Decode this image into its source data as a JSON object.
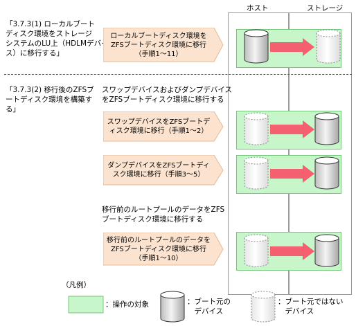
{
  "columns": {
    "host": "ホスト",
    "storage": "ストレージ"
  },
  "sections": [
    {
      "title": "「3.7.3(1) ローカルブート\nディスク環境をストレージ\nシステムのLU上（HDLMデバイ\nス）に移行する」",
      "steps": [
        {
          "label": "ローカルブートディスク環境を\nZFSブートディスク環境に移行\n（手順1～11）"
        }
      ]
    },
    {
      "title": "「3.7.3(2) 移行後のZFSブ\nートディスク環境を構築す\nる」",
      "subheading_1": "スワップデバイスおよびダンプデバイス\nをZFSブートディスク環境に移行する",
      "steps": [
        {
          "label": "スワップデバイスをZFSブートデ\nィスク環境に移行（手順1～2）"
        },
        {
          "label": "ダンプデバイスをZFSブートディ\nスク環境に移行（手順3～5）"
        },
        {
          "label": "移行前のルートプールのデータを\nZFSブートディスク環境に移行\n（手順1～10）"
        }
      ],
      "subheading_2": "移行前のルートプールのデータをZFS\nブートディスク環境に移行する"
    }
  ],
  "legend": {
    "title": "（凡例）",
    "target": "：操作の対象",
    "boot_device": "：ブート元の\n　デバイス",
    "non_boot_device": "：ブート元ではない\n　デバイス"
  },
  "colors": {
    "target_fill": "#c6f6c9",
    "step_fill": "#fbe3cf",
    "arrow": "#f4606f"
  }
}
